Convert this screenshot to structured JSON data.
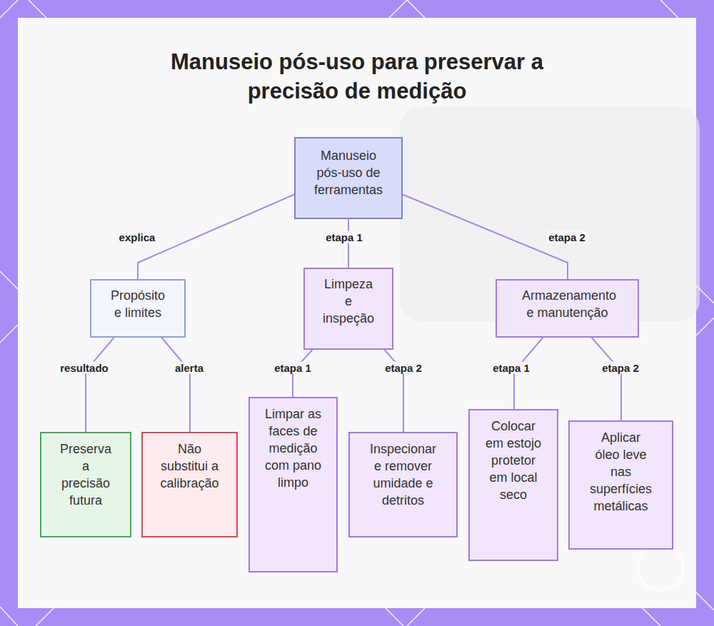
{
  "diagram": {
    "title": "Manuseio pós-uso para preservar a precisão de medição",
    "nodes": [
      {
        "text": [
          "Manuseio pós-uso de ferramentas"
        ]
      },
      {
        "text": [
          "Propósito e limites"
        ]
      },
      {
        "text": [
          "Limpeza e inspeção"
        ]
      },
      {
        "text": [
          "Armazenamento e manutenção"
        ]
      },
      {
        "text": [
          "Preserva a precisão futura"
        ]
      },
      {
        "text": [
          "Não substitui a calibração"
        ]
      },
      {
        "text": [
          "Limpar as faces de medição com pano limpo"
        ]
      },
      {
        "text": [
          "Inspecionar e remover umidade e detritos"
        ]
      },
      {
        "text": [
          "Colocar em estojo protetor em local seco"
        ]
      },
      {
        "text": [
          "Aplicar óleo leve nas superfícies metálicas"
        ]
      }
    ],
    "edges": [
      {
        "from": 0,
        "to": 1,
        "label": "explica",
        "arrow": "none"
      },
      {
        "from": 0,
        "to": 2,
        "label": "etapa 1",
        "arrow": "none"
      },
      {
        "from": 0,
        "to": 3,
        "label": "etapa 2",
        "arrow": "none"
      },
      {
        "from": 1,
        "to": 4,
        "label": "resultado",
        "arrow": "none"
      },
      {
        "from": 1,
        "to": 5,
        "label": "alerta",
        "arrow": "none"
      },
      {
        "from": 2,
        "to": 6,
        "label": "etapa 1",
        "arrow": "none"
      },
      {
        "from": 2,
        "to": 7,
        "label": "etapa 2",
        "arrow": "none"
      },
      {
        "from": 3,
        "to": 8,
        "label": "etapa 1",
        "arrow": "none"
      },
      {
        "from": 3,
        "to": 9,
        "label": "etapa 2",
        "arrow": "none"
      }
    ]
  }
}
